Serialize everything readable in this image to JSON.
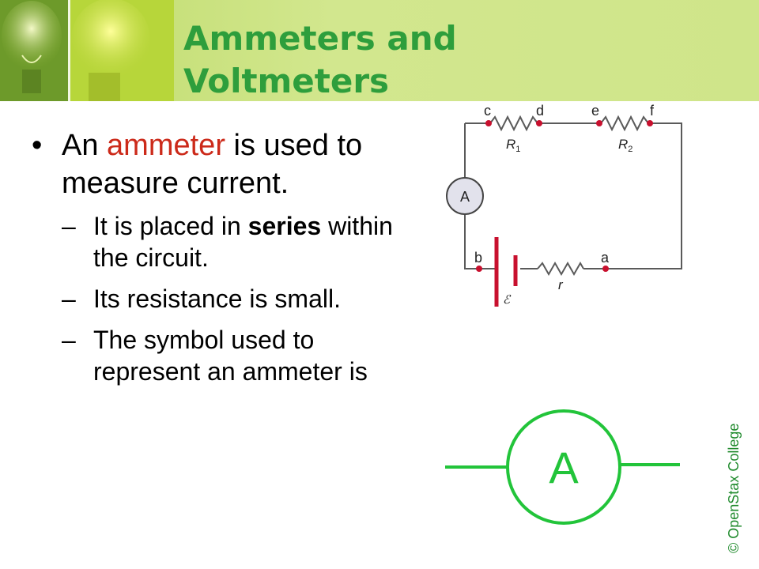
{
  "header": {
    "title_line1": "Ammeters and",
    "title_line2": "Voltmeters"
  },
  "bullets": {
    "main": {
      "part1": "An ",
      "highlight": "ammeter",
      "part2": " is used to measure current."
    },
    "subs": [
      {
        "text": "It is placed in ",
        "bold": "series",
        "after": " within the circuit."
      },
      {
        "text": "Its resistance is small."
      },
      {
        "text": "The symbol used to represent an ammeter is"
      }
    ],
    "bullet_marker": "•",
    "sub_marker": "–"
  },
  "circuit": {
    "nodes": [
      "c",
      "d",
      "e",
      "f",
      "b",
      "a"
    ],
    "resistor_labels": [
      "R",
      "R",
      "r"
    ],
    "resistor_subscripts": [
      "1",
      "2"
    ],
    "meter_label": "A",
    "emf_label": "ℰ"
  },
  "symbol": {
    "label": "A"
  },
  "credit": "© OpenStax College",
  "colors": {
    "title": "#2e9e3c",
    "highlight": "#cc2a1a",
    "symbol_green": "#22c43a",
    "battery": "#c8102e",
    "node_dot": "#c8102e",
    "wire": "#5a5a5a"
  }
}
